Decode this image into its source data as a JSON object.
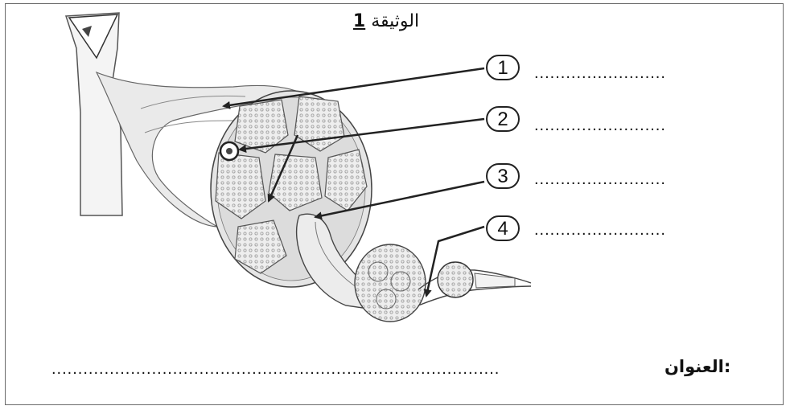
{
  "document": {
    "title_word": "الوثيقة",
    "title_number": "1"
  },
  "labels": [
    {
      "number": "1",
      "answer": "........................."
    },
    {
      "number": "2",
      "answer": "........................."
    },
    {
      "number": "3",
      "answer": "........................."
    },
    {
      "number": "4",
      "answer": "........................."
    }
  ],
  "footer": {
    "title_label": "العنوان:",
    "title_answer": "....................................................................................."
  },
  "colors": {
    "line": "#222222",
    "tissue": "#e9e9e9",
    "bundle_fill": "#d8d8d8",
    "frame": "#6b6b6b"
  },
  "icons": {
    "muscle_illustration": "skeletal-muscle-cross-section"
  }
}
